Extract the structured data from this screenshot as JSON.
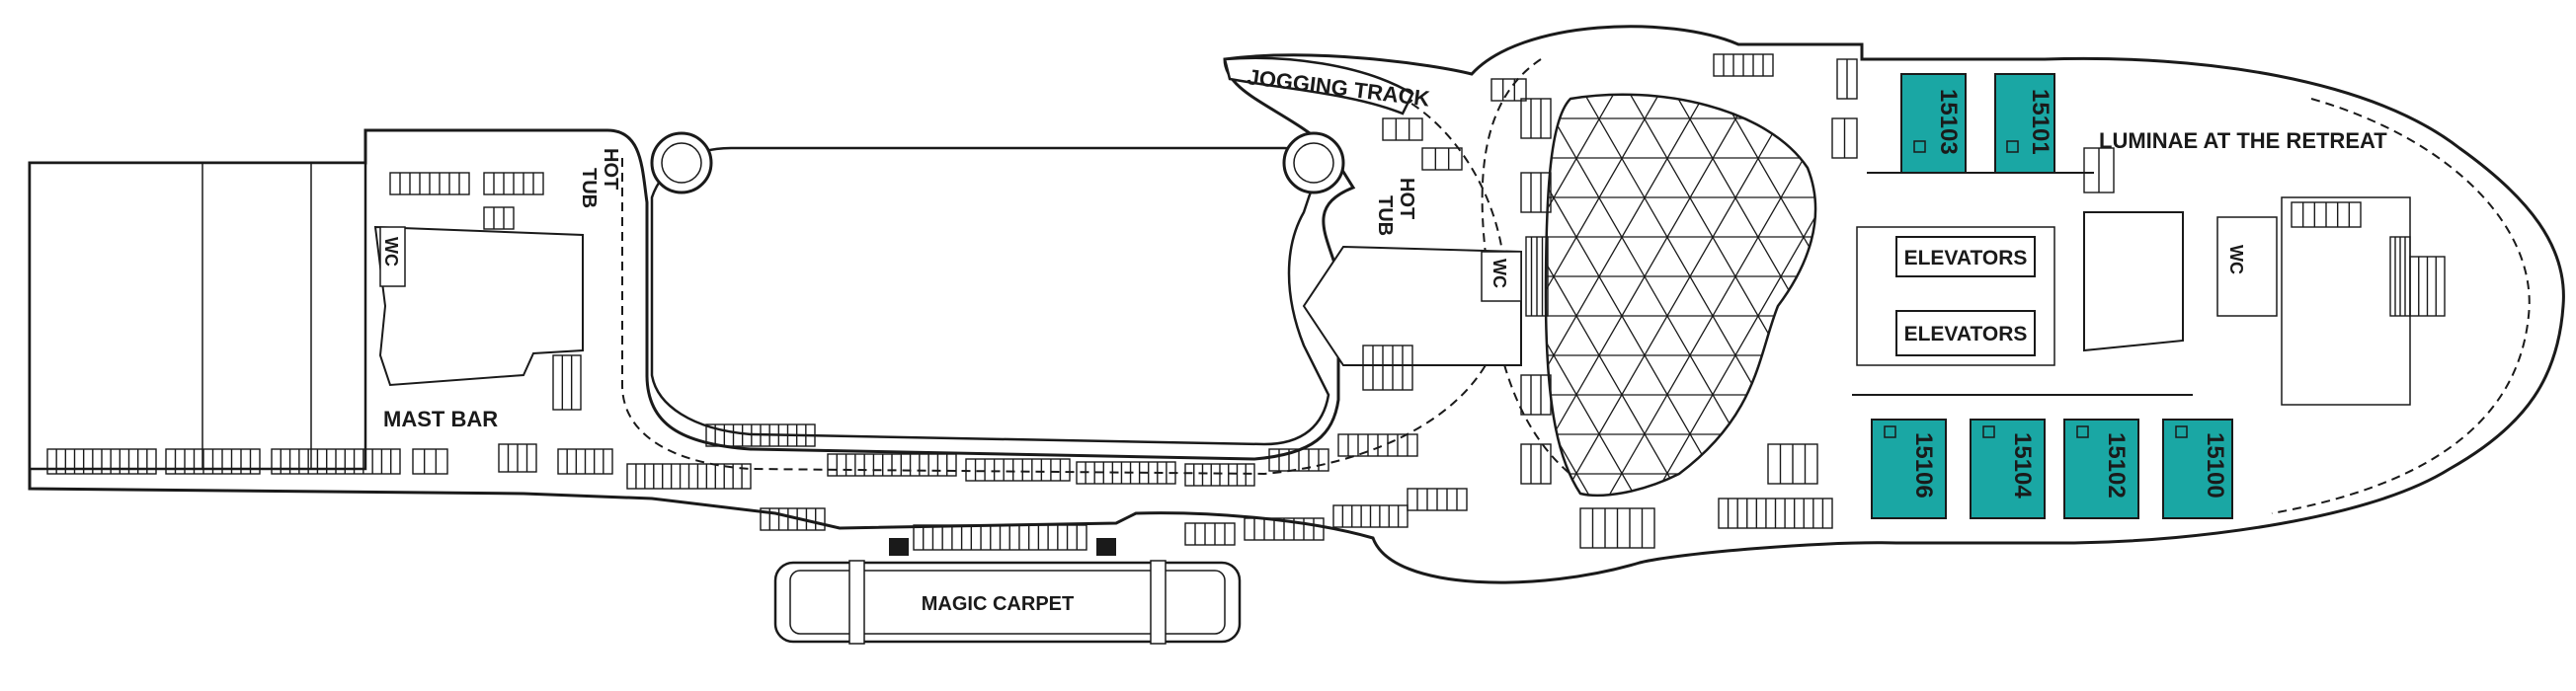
{
  "labels": {
    "jogging_track": "JOGGING TRACK",
    "hot_tub_1_line1": "HOT",
    "hot_tub_1_line2": "TUB",
    "hot_tub_2_line1": "HOT",
    "hot_tub_2_line2": "TUB",
    "wc_aft": "WC",
    "wc_mid": "WC",
    "wc_fwd": "WC",
    "mast_bar": "MAST BAR",
    "magic_carpet": "MAGIC CARPET",
    "luminae": "LUMINAE AT THE RETREAT",
    "elevators_1": "ELEVATORS",
    "elevators_2": "ELEVATORS"
  },
  "staterooms": [
    {
      "number": "15103"
    },
    {
      "number": "15101"
    },
    {
      "number": "15106"
    },
    {
      "number": "15104"
    },
    {
      "number": "15102"
    },
    {
      "number": "15100"
    }
  ],
  "colors": {
    "stateroom_fill": "#1aa7a4",
    "outline": "#1a1a1a",
    "background": "#ffffff"
  }
}
